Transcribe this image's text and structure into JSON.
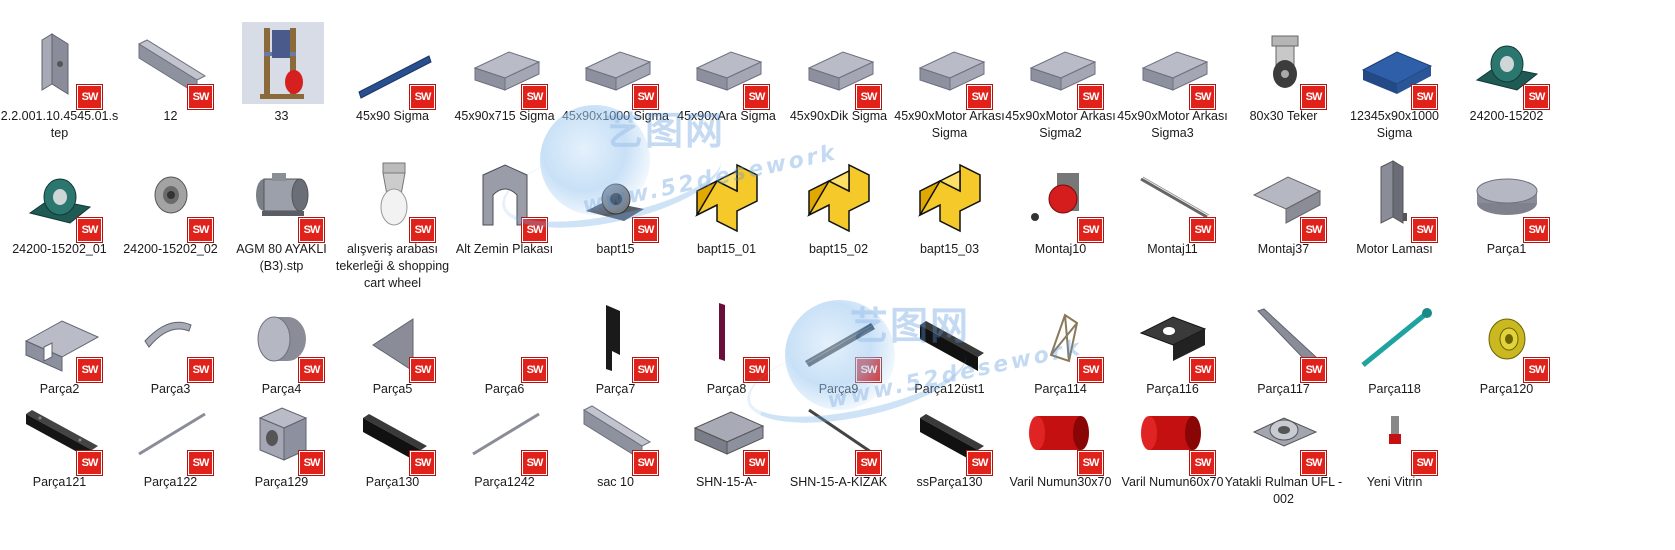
{
  "files": [
    {
      "name": "2.2.001.10.4545.01.step",
      "icon": "bracket-part-icon",
      "sw": true
    },
    {
      "name": "12",
      "icon": "plate-part-icon",
      "sw": true
    },
    {
      "name": "33",
      "icon": "assembly-preview-icon",
      "sw": false
    },
    {
      "name": "45x90 Sigma",
      "icon": "blue-profile-icon",
      "sw": true
    },
    {
      "name": "45x90x715 Sigma",
      "icon": "block-part-icon",
      "sw": true
    },
    {
      "name": "45x90x1000 Sigma",
      "icon": "block-part-icon",
      "sw": true
    },
    {
      "name": "45x90xAra Sigma",
      "icon": "block-part-icon",
      "sw": true
    },
    {
      "name": "45x90xDik Sigma",
      "icon": "block-part-icon",
      "sw": true
    },
    {
      "name": "45x90xMotor Arkası Sigma",
      "icon": "block-part-icon",
      "sw": true
    },
    {
      "name": "45x90xMotor Arkası Sigma2",
      "icon": "block-part-icon",
      "sw": true
    },
    {
      "name": "45x90xMotor Arkası Sigma3",
      "icon": "block-part-icon",
      "sw": true
    },
    {
      "name": "80x30 Teker",
      "icon": "caster-wheel-icon",
      "sw": true
    },
    {
      "name": "12345x90x1000 Sigma",
      "icon": "blue-block-icon",
      "sw": true
    },
    {
      "name": "24200-15202",
      "icon": "bearing-housing-icon",
      "sw": true
    },
    {
      "name": "24200-15202_01",
      "icon": "bearing-housing-icon",
      "sw": true
    },
    {
      "name": "24200-15202_02",
      "icon": "bearing-insert-icon",
      "sw": true
    },
    {
      "name": "AGM 80 AYAKLI (B3).stp",
      "icon": "motor-icon",
      "sw": true
    },
    {
      "name": "alışveriş arabası tekerleği & shopping cart wheel",
      "icon": "cart-wheel-icon",
      "sw": true
    },
    {
      "name": "Alt Zemin Plakası",
      "icon": "arch-plate-icon",
      "sw": true
    },
    {
      "name": "bapt15",
      "icon": "pillow-block-icon",
      "sw": true
    },
    {
      "name": "bapt15_01",
      "icon": "yellow-block-icon",
      "sw": false
    },
    {
      "name": "bapt15_02",
      "icon": "yellow-block-icon",
      "sw": false
    },
    {
      "name": "bapt15_03",
      "icon": "yellow-block-icon",
      "sw": false
    },
    {
      "name": "Montaj10",
      "icon": "red-motor-assembly-icon",
      "sw": true
    },
    {
      "name": "Montaj11",
      "icon": "rod-assembly-icon",
      "sw": true
    },
    {
      "name": "Montaj37",
      "icon": "sheet-assembly-icon",
      "sw": true
    },
    {
      "name": "Motor Laması",
      "icon": "motor-plate-icon",
      "sw": true
    },
    {
      "name": "Parça1",
      "icon": "disc-part-icon",
      "sw": true
    },
    {
      "name": "Parça2",
      "icon": "channel-part-icon",
      "sw": true
    },
    {
      "name": "Parça3",
      "icon": "curved-sheet-icon",
      "sw": true
    },
    {
      "name": "Parça4",
      "icon": "cylinder-part-icon",
      "sw": true
    },
    {
      "name": "Parça5",
      "icon": "triangle-plate-icon",
      "sw": true
    },
    {
      "name": "Parça6",
      "icon": "blank-part-icon",
      "sw": true
    },
    {
      "name": "Parça7",
      "icon": "black-plate-icon",
      "sw": true
    },
    {
      "name": "Parça8",
      "icon": "thin-strip-icon",
      "sw": true
    },
    {
      "name": "Parça9",
      "icon": "black-bar-icon",
      "sw": true
    },
    {
      "name": "Parça12üst1",
      "icon": "black-panel-icon",
      "sw": false
    },
    {
      "name": "Parça114",
      "icon": "frame-part-icon",
      "sw": true
    },
    {
      "name": "Parça116",
      "icon": "dark-bracket-icon",
      "sw": true
    },
    {
      "name": "Parça117",
      "icon": "wedge-plate-icon",
      "sw": true
    },
    {
      "name": "Parça118",
      "icon": "teal-shaft-icon",
      "sw": false
    },
    {
      "name": "Parça120",
      "icon": "flange-part-icon",
      "sw": true
    },
    {
      "name": "Parça121",
      "icon": "black-bar-holes-icon",
      "sw": true
    },
    {
      "name": "Parça122",
      "icon": "thin-rod-icon",
      "sw": true
    },
    {
      "name": "Parça129",
      "icon": "block-hole-icon",
      "sw": true
    },
    {
      "name": "Parça130",
      "icon": "black-panel-icon",
      "sw": true
    },
    {
      "name": "Parça1242",
      "icon": "thin-rod-icon",
      "sw": true
    },
    {
      "name": "sac 10",
      "icon": "plate-part-icon",
      "sw": true
    },
    {
      "name": "SHN-15-A-",
      "icon": "linear-guide-icon",
      "sw": true
    },
    {
      "name": "SHN-15-A-KIZAK",
      "icon": "rail-rod-icon",
      "sw": true
    },
    {
      "name": "ssParça130",
      "icon": "black-panel-icon",
      "sw": true
    },
    {
      "name": "Varil Numun30x70",
      "icon": "red-barrel-icon",
      "sw": true
    },
    {
      "name": "Varil Numun60x70",
      "icon": "red-barrel-icon",
      "sw": true
    },
    {
      "name": "Yatakli Rulman UFL - 002",
      "icon": "flange-bearing-icon",
      "sw": true
    },
    {
      "name": "Yeni Vitrin",
      "icon": "small-assembly-icon",
      "sw": true
    }
  ],
  "badge_text": "SW",
  "watermark": {
    "cn": "艺图网",
    "url": "www.52desework"
  },
  "colors": {
    "badge": "#e0221b",
    "part_gray": "#9ea1ad",
    "sigma_blue": "#2a4f8f",
    "yellow": "#f5c92a"
  }
}
